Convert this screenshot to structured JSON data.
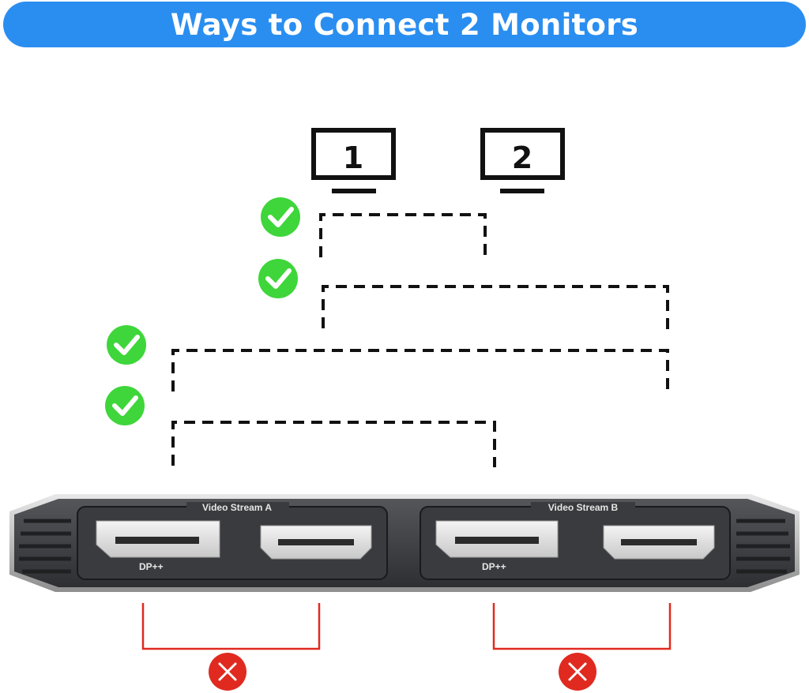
{
  "title": "Ways to Connect 2 Monitors",
  "monitors": [
    {
      "label": "1"
    },
    {
      "label": "2"
    }
  ],
  "adapter": {
    "stream_a_label": "Video Stream A",
    "stream_b_label": "Video Stream B",
    "port_a_dp_label": "DP++",
    "port_b_dp_label": "DP++"
  },
  "colors": {
    "banner": "#2a8ef0",
    "valid": "#3ed63a",
    "invalid": "#e02a20",
    "device_body": "#3c3d40"
  },
  "icons": {
    "valid": "check-circle-icon",
    "invalid": "x-circle-icon",
    "monitor": "monitor-icon"
  }
}
